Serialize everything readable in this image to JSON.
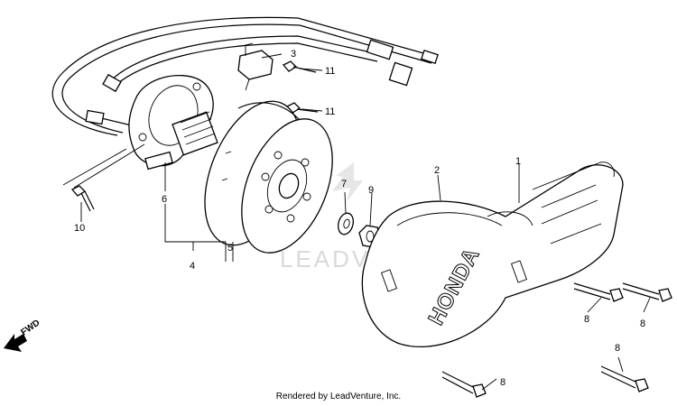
{
  "diagram": {
    "callouts": {
      "c1": "1",
      "c2": "2",
      "c3": "3",
      "c4": "4",
      "c5": "5",
      "c6": "6",
      "c7": "7",
      "c8a": "8",
      "c8b": "8",
      "c8c": "8",
      "c8d": "8",
      "c9": "9",
      "c10": "10",
      "c11a": "11",
      "c11b": "11"
    },
    "direction_label": "FWD",
    "cover_lettering": "HONDA",
    "watermark": "LEADVENTURE"
  },
  "footer": {
    "credit": "Rendered by LeadVenture, Inc."
  }
}
